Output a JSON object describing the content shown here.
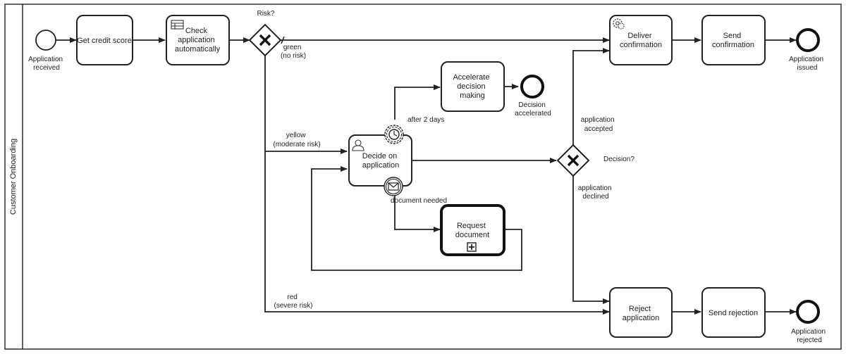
{
  "lane": {
    "label": "Customer Onboarding"
  },
  "events": {
    "start": {
      "lines": [
        "Application",
        "received"
      ]
    },
    "end_issued": {
      "lines": [
        "Application",
        "issued"
      ]
    },
    "end_accelerated": {
      "lines": [
        "Decision",
        "accelerated"
      ]
    },
    "end_rejected": {
      "lines": [
        "Application",
        "rejected"
      ]
    }
  },
  "tasks": {
    "get_credit_score": {
      "lines": [
        "Get credit score"
      ]
    },
    "check_application": {
      "lines": [
        "Check",
        "application",
        "automatically"
      ]
    },
    "deliver_confirmation": {
      "lines": [
        "Deliver",
        "confirmation"
      ]
    },
    "send_confirmation": {
      "lines": [
        "Send",
        "confirmation"
      ]
    },
    "accelerate_decision": {
      "lines": [
        "Accelerate",
        "decision",
        "making"
      ]
    },
    "decide_application": {
      "lines": [
        "Decide on",
        "application"
      ]
    },
    "request_document": {
      "lines": [
        "Request",
        "document"
      ]
    },
    "reject_application": {
      "lines": [
        "Reject",
        "application"
      ]
    },
    "send_rejection": {
      "lines": [
        "Send rejection"
      ]
    }
  },
  "gateways": {
    "risk": {
      "label": "Risk?"
    },
    "decision": {
      "label": "Decision?"
    }
  },
  "flow_labels": {
    "green": [
      "green",
      "(no risk)"
    ],
    "yellow": [
      "yellow",
      "(moderate risk)"
    ],
    "red": [
      "red",
      "(severe risk)"
    ],
    "after_2_days": [
      "after 2 days"
    ],
    "document_needed": [
      "document needed"
    ],
    "accepted": [
      "application",
      "accepted"
    ],
    "declined": [
      "application",
      "declined"
    ]
  }
}
